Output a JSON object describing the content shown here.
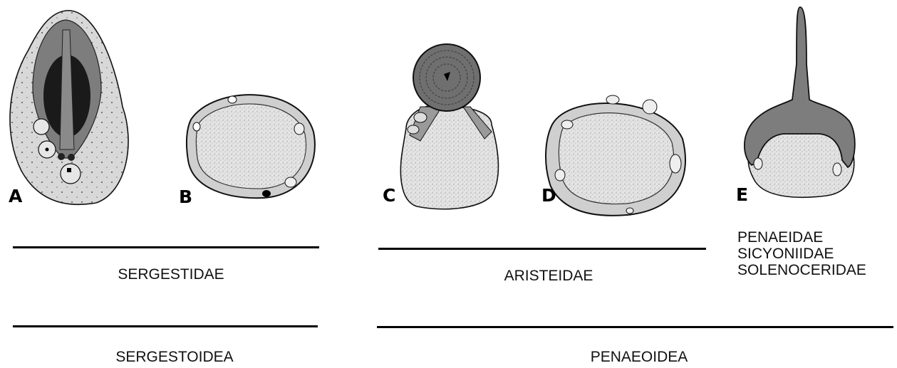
{
  "panels": [
    "A",
    "B",
    "C",
    "D",
    "E"
  ],
  "family_labels": {
    "sergestidae": "SERGESTIDAE",
    "aristeidae": "ARISTEIDAE",
    "right_group": [
      "PENAEIDAE",
      "SICYONIIDAE",
      "SOLENOCERIDAE"
    ]
  },
  "superfamily_labels": {
    "sergestoidea": "SERGESTOIDEA",
    "penaeoidea": "PENAEOIDEA"
  },
  "colors": {
    "ink": "#111111",
    "stipple_fill": "#d9d9d9",
    "dark_fill": "#7f7f7f",
    "black": "#000000"
  }
}
